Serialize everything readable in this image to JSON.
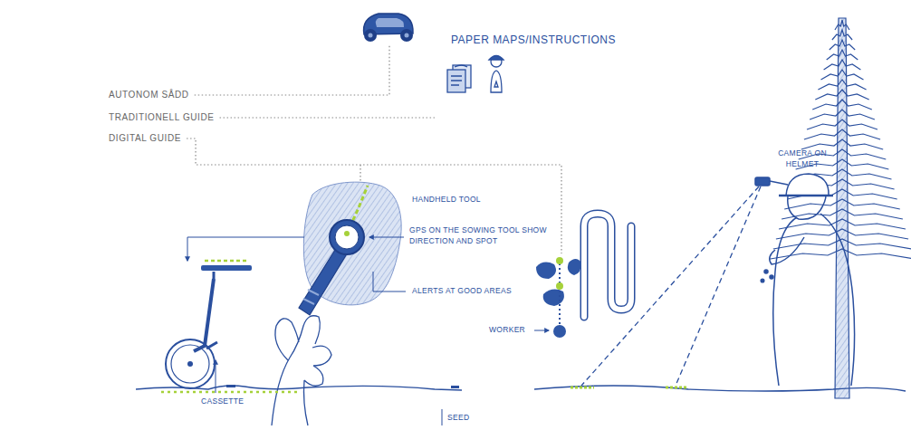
{
  "diagram": {
    "labels": [
      "AUTONOM SÅDD",
      "TRADITIONELL GUIDE",
      "DIGITAL GUIDE",
      "PAPER MAPS/INSTRUCTIONS",
      "HANDHELD TOOL",
      "GPS ON THE SOWING TOOL SHOW DIRECTION AND SPOT",
      "ALERTS AT GOOD AREAS",
      "CASSETTE",
      "SEED",
      "WORKER",
      "CAMERA ON HELMET"
    ]
  }
}
